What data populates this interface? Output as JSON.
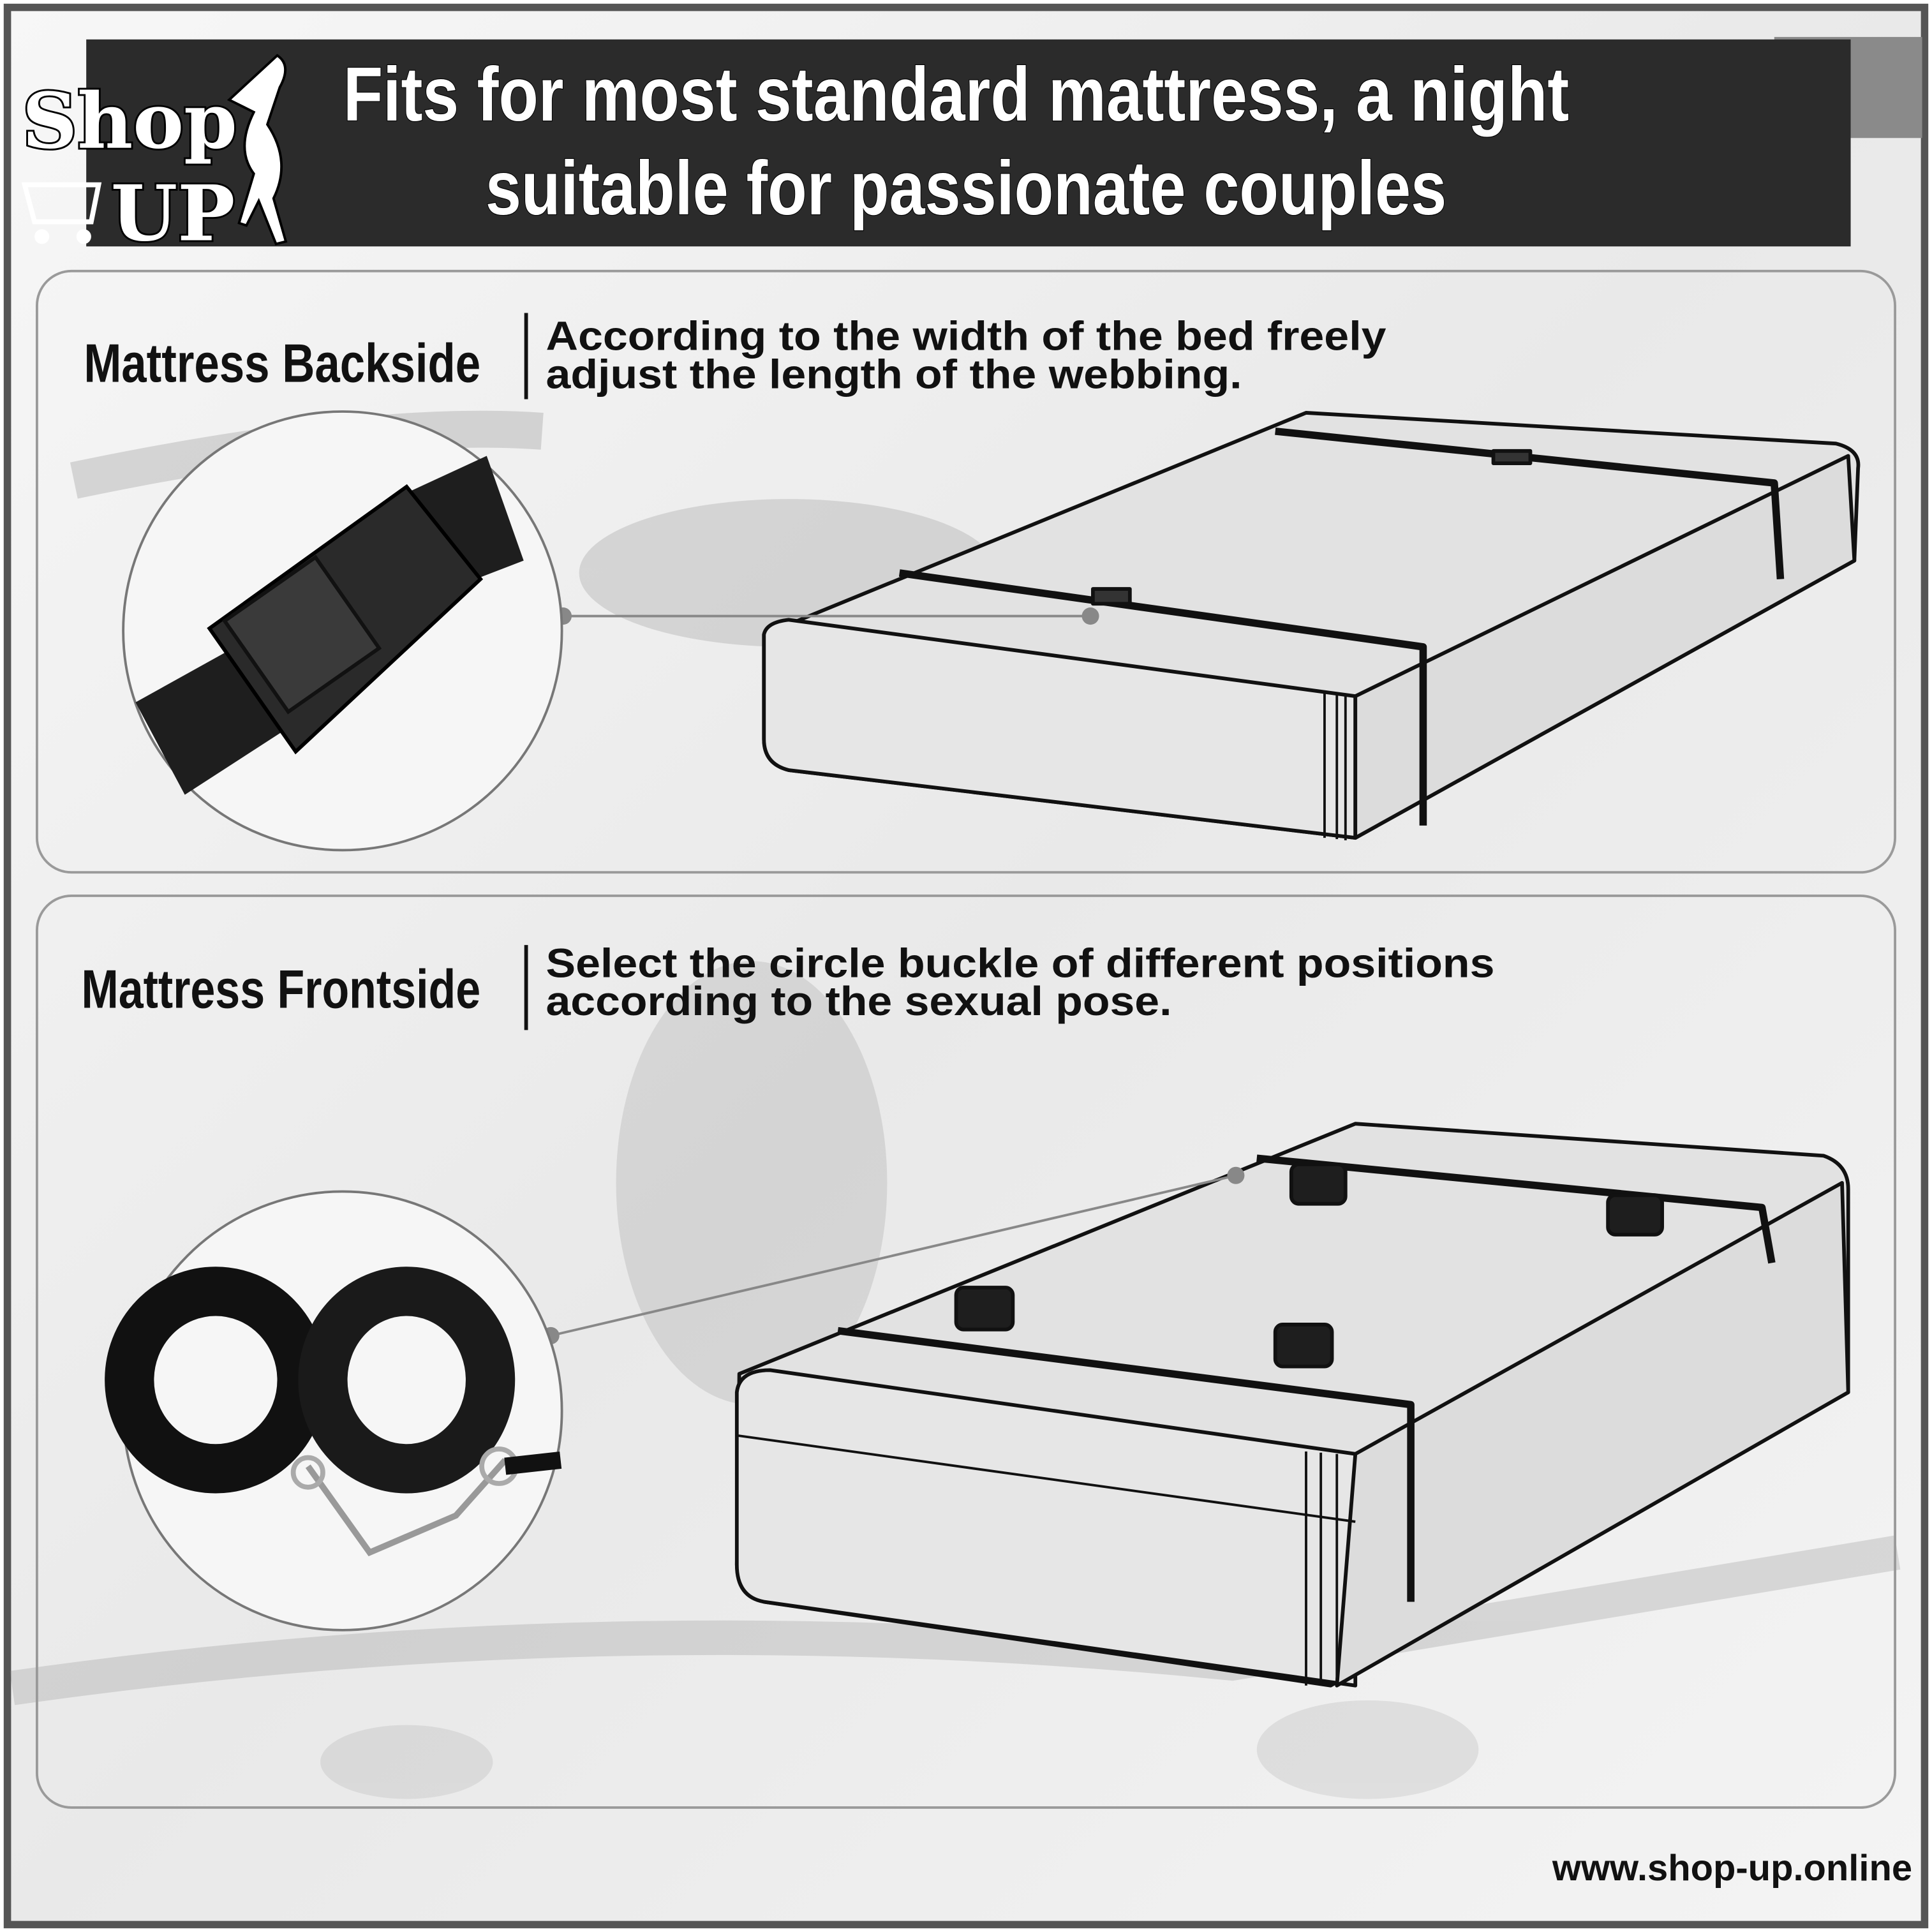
{
  "logo": {
    "line1": "Shop",
    "line2": "UP"
  },
  "header": {
    "title_line1": "Fits for most standard mattress, a night",
    "title_line2": "suitable for passionate couples"
  },
  "panels": [
    {
      "label": "Mattress Backside",
      "desc_line1": "According to the width of the bed freely",
      "desc_line2": "adjust the length of the webbing."
    },
    {
      "label": "Mattress Frontside",
      "desc_line1": "Select the circle buckle of different positions",
      "desc_line2": "according to the sexual pose."
    }
  ],
  "footer": {
    "url": "www.shop-up.online"
  },
  "colors": {
    "header_bg": "#2b2b2b",
    "page_bg": "#f1f1f1",
    "panel_border": "#9a9a9a",
    "mattress_fill": "#e2e2e2"
  }
}
